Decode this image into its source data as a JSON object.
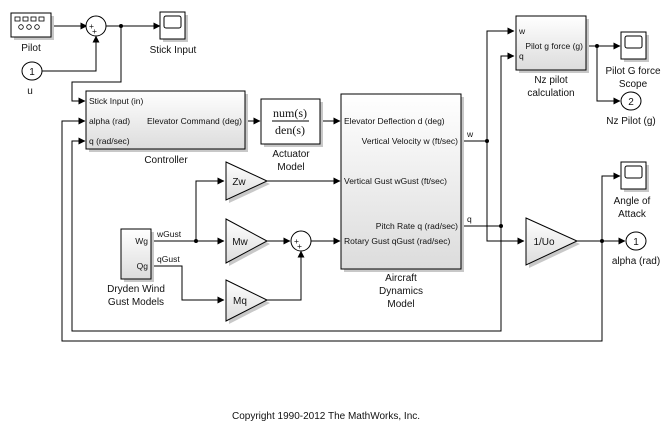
{
  "blocks": {
    "pilot": "Pilot",
    "u_port": {
      "num": "1",
      "label": "u"
    },
    "stick_input": "Stick Input",
    "controller": {
      "label": "Controller",
      "in1": "Stick Input (in)",
      "in2": "alpha (rad)",
      "in3": "q (rad/sec)",
      "out": "Elevator Command (deg)"
    },
    "actuator": {
      "num": "num(s)",
      "den": "den(s)",
      "label1": "Actuator",
      "label2": "Model"
    },
    "aircraft": {
      "in1": "Elevator Deflection d (deg)",
      "in2": "Vertical Gust wGust (ft/sec)",
      "in3": "Rotary Gust qGust (rad/sec)",
      "out1": "Vertical Velocity w (ft/sec)",
      "out2": "Pitch Rate q (rad/sec)",
      "label1": "Aircraft",
      "label2": "Dynamics",
      "label3": "Model"
    },
    "nz_calc": {
      "in1": "w",
      "in2": "q",
      "out": "Pilot g force (g)",
      "label1": "Nz pilot",
      "label2": "calculation"
    },
    "pilot_scope": {
      "label1": "Pilot G force",
      "label2": "Scope"
    },
    "nz_out": {
      "num": "2",
      "label": "Nz Pilot (g)"
    },
    "aoa_scope": {
      "label1": "Angle of",
      "label2": "Attack"
    },
    "alpha_out": {
      "num": "1",
      "label": "alpha (rad)"
    },
    "gain_zw": "Zw",
    "gain_mw": "Mw",
    "gain_mq": "Mq",
    "gain_uo": "1/Uo",
    "dryden": {
      "out1": "Wg",
      "out2": "Qg",
      "label1": "Dryden Wind",
      "label2": "Gust Models"
    },
    "sum_signs": {
      "plus": "+"
    }
  },
  "signals": {
    "w": "w",
    "q": "q",
    "wgust": "wGust",
    "qgust": "qGust"
  },
  "footer": "Copyright 1990-2012 The MathWorks, Inc."
}
